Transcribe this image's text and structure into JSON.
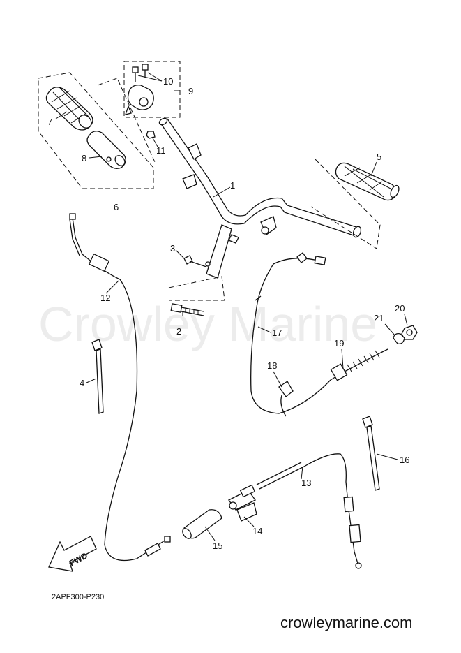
{
  "watermark": "Crowley Marine",
  "reference_code": "2APF300-P230",
  "website": "crowleymarine.com",
  "fwd_label": "FWD",
  "callouts": {
    "c1": "1",
    "c2": "2",
    "c3": "3",
    "c4": "4",
    "c5": "5",
    "c6": "6",
    "c7": "7",
    "c8": "8",
    "c9": "9",
    "c10": "10",
    "c11": "11",
    "c12": "12",
    "c13": "13",
    "c14": "14",
    "c15": "15",
    "c16": "16",
    "c17": "17",
    "c18": "18",
    "c19": "19",
    "c20": "20",
    "c21": "21"
  }
}
